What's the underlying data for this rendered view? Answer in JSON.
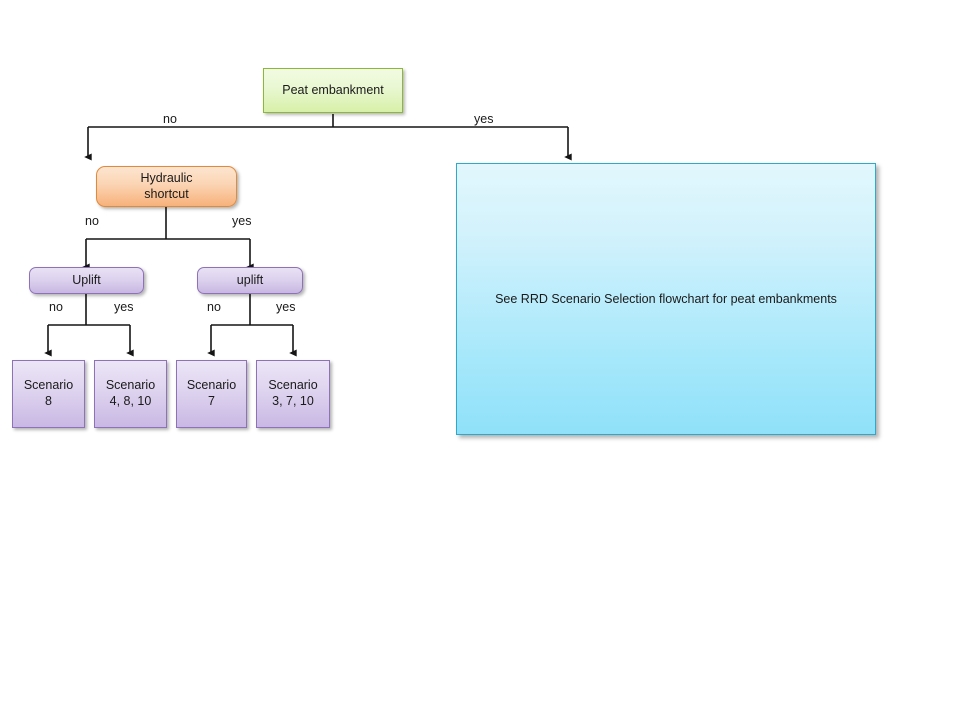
{
  "diagram": {
    "title_node": {
      "label": "Peat embankment"
    },
    "nodes": [
      {
        "id": "peat-embankment",
        "label": "Peat embankment",
        "shape": "rect",
        "color": "#d7f0a8"
      },
      {
        "id": "hydraulic-shortcut",
        "label": "Hydraulic\nshortcut",
        "shape": "rounded-rect",
        "color": "#f7b27a"
      },
      {
        "id": "uplift-left",
        "label": "Uplift",
        "shape": "rounded-rect",
        "color": "#c8b7e2"
      },
      {
        "id": "uplift-right",
        "label": "uplift",
        "shape": "rounded-rect",
        "color": "#c8b7e2"
      },
      {
        "id": "scenario-1",
        "label": "Scenario\n8",
        "shape": "rect",
        "color": "#c9b8e4"
      },
      {
        "id": "scenario-2",
        "label": "Scenario\n4, 8, 10",
        "shape": "rect",
        "color": "#c9b8e4"
      },
      {
        "id": "scenario-3",
        "label": "Scenario\n7",
        "shape": "rect",
        "color": "#c9b8e4"
      },
      {
        "id": "scenario-4",
        "label": "Scenario\n3, 7, 10",
        "shape": "rect",
        "color": "#c9b8e4"
      }
    ],
    "reference_panel": {
      "text": "See RRD Scenario Selection flowchart for peat embankments",
      "color": "#8fe1f9",
      "border_color": "#2fa8c9"
    },
    "edge_labels": {
      "root_no": "no",
      "root_yes": "yes",
      "hydraulic_no": "no",
      "hydraulic_yes": "yes",
      "uplift_left_no": "no",
      "uplift_left_yes": "yes",
      "uplift_right_no": "no",
      "uplift_right_yes": "yes"
    }
  }
}
